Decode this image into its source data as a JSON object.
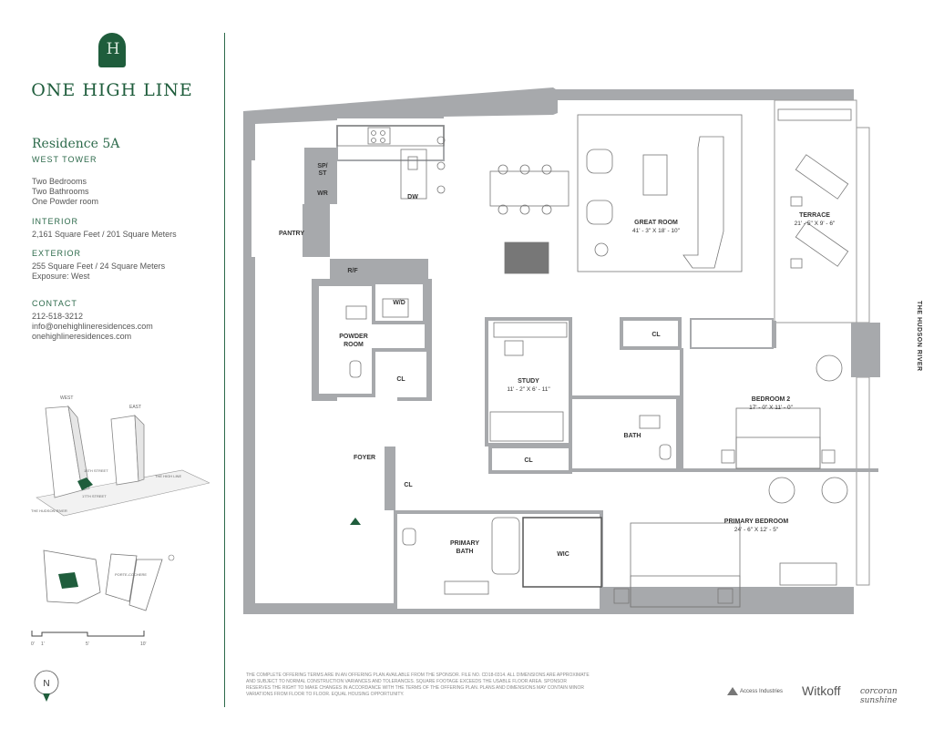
{
  "brand": {
    "name": "ONE HIGH LINE",
    "mark": "H"
  },
  "residence": {
    "title": "Residence 5A",
    "tower": "WEST TOWER",
    "details": [
      "Two Bedrooms",
      "Two Bathrooms",
      "One Powder room"
    ],
    "interior_label": "INTERIOR",
    "interior_value": "2,161 Square Feet / 201 Square Meters",
    "exterior_label": "EXTERIOR",
    "exterior_values": [
      "255 Square Feet / 24 Square Meters",
      "Exposure: West"
    ],
    "contact_label": "CONTACT",
    "contact_values": [
      "212-518-3212",
      "info@onehighlineresidences.com",
      "onehighlineresidences.com"
    ]
  },
  "keymap": {
    "west": "WEST",
    "east": "EAST",
    "street_18": "18TH STREET",
    "street_17": "17TH STREET",
    "high_line": "THE HIGH LINE",
    "river": "THE HUDSON RIVER",
    "porte": "PORTE-COCHERE"
  },
  "scale": {
    "ticks": [
      "0'",
      "1'",
      "5'",
      "10'"
    ]
  },
  "compass": {
    "label": "N"
  },
  "rooms": {
    "great_room": {
      "name": "GREAT ROOM",
      "dims": "41' - 3\" X 18' - 10\""
    },
    "terrace": {
      "name": "TERRACE",
      "dims": "21' - 5\" X 9' - 6\""
    },
    "study": {
      "name": "STUDY",
      "dims": "11' - 2\" X 6' - 11\""
    },
    "bedroom2": {
      "name": "BEDROOM 2",
      "dims": "17' - 0\" X 11' - 0\""
    },
    "primary_bedroom": {
      "name": "PRIMARY BEDROOM",
      "dims": "24' - 6\" X 12' - 5\""
    },
    "pantry": "PANTRY",
    "powder": "POWDER",
    "powder2": "ROOM",
    "foyer": "FOYER",
    "bath": "BATH",
    "primary_bath": "PRIMARY",
    "primary_bath2": "BATH",
    "wic": "WIC",
    "cl": "CL",
    "wd": "W/D",
    "rf": "R/F",
    "dw": "DW",
    "wr": "WR",
    "spst1": "SP/",
    "spst2": "ST"
  },
  "river_label": "THE HUDSON RIVER",
  "disclaimer": "THE COMPLETE OFFERING TERMS ARE IN AN OFFERING PLAN AVAILABLE FROM THE SPONSOR. FILE NO. CD18-0314. ALL DIMENSIONS ARE APPROXIMATE AND SUBJECT TO NORMAL CONSTRUCTION VARIANCES AND TOLERANCES. SQUARE FOOTAGE EXCEEDS THE USABLE FLOOR AREA. SPONSOR RESERVES THE RIGHT TO MAKE CHANGES IN ACCORDANCE WITH THE TERMS OF THE OFFERING PLAN. PLANS AND DIMENSIONS MAY CONTAIN MINOR VARIATIONS FROM FLOOR TO FLOOR. EQUAL HOUSING OPPORTUNITY.",
  "partners": {
    "access": "Access Industries",
    "witkoff": "Witkoff",
    "corcoran": "corcoran sunshine"
  },
  "colors": {
    "brand_green": "#1f5d3c",
    "wall_gray": "#a7a9ac"
  }
}
